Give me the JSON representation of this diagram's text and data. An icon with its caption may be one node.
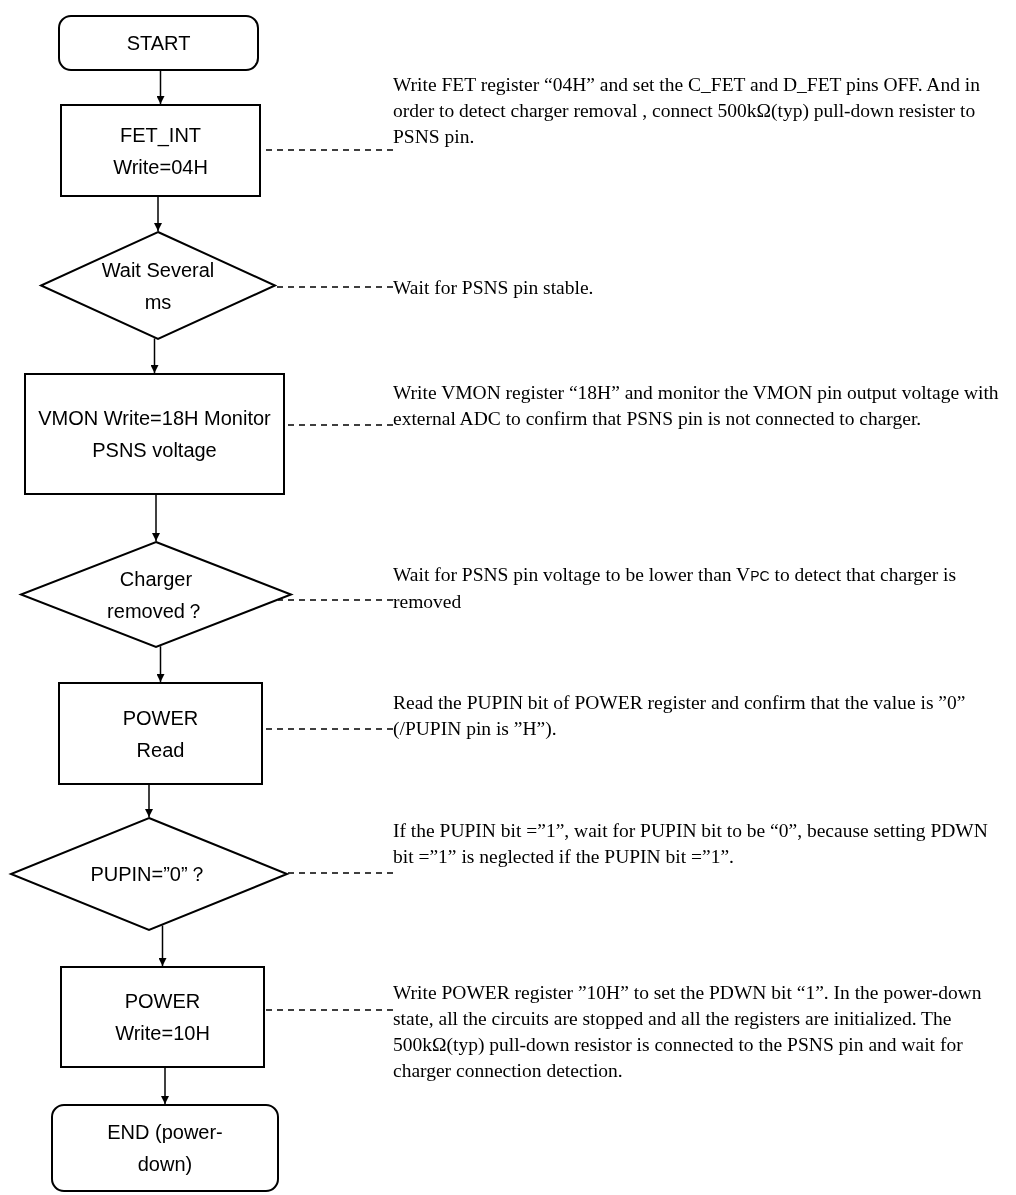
{
  "diagram": {
    "nodes": [
      {
        "text": [
          "START"
        ]
      },
      {
        "text": [
          "FET_INT Write=04H"
        ]
      },
      {
        "text": [
          "Wait Several ms"
        ]
      },
      {
        "text": [
          "VMON Write=18H Monitor PSNS voltage"
        ]
      },
      {
        "text": [
          "Charger removed？"
        ]
      },
      {
        "text": [
          "POWER Read"
        ]
      },
      {
        "text": [
          "PUPIN=”0”？"
        ]
      },
      {
        "text": [
          "POWER Write=10H"
        ]
      },
      {
        "text": [
          "END (power-down)"
        ]
      },
      {
        "text": [
          "Write FET register “04H” and set the C_FET and D_FET pins OFF. And in order to detect charger removal , connect 500kΩ(typ) pull-down resister to PSNS pin."
        ]
      },
      {
        "text": [
          "Wait for PSNS pin stable."
        ]
      },
      {
        "text": [
          "Write VMON register “18H” and monitor the VMON pin output voltage with external ADC to confirm that PSNS pin is not connected to charger."
        ]
      },
      {
        "text": [
          "Wait for PSNS pin voltage to be lower than V$_{PC}$ to detect that charger is removed"
        ]
      },
      {
        "text": [
          "Read the PUPIN bit of POWER register and confirm that the value is ”0” (/PUPIN pin is ”H”)."
        ]
      },
      {
        "text": [
          "If the PUPIN bit =”1”, wait for PUPIN bit to be “0”, because setting PDWN bit =”1” is neglected if the PUPIN bit =”1”."
        ]
      },
      {
        "text": [
          "Write POWER register ”10H” to set the PDWN bit “1”. In the power-down state, all the circuits are stopped and all the registers are initialized. The 500kΩ(typ) pull-down resistor is connected to the PSNS pin and wait for charger connection detection."
        ]
      }
    ],
    "edges": [
      {
        "from": 0,
        "to": 1,
        "arrow": "to"
      },
      {
        "from": 1,
        "to": 2,
        "arrow": "to"
      },
      {
        "from": 2,
        "to": 3,
        "arrow": "to"
      },
      {
        "from": 3,
        "to": 4,
        "arrow": "to"
      },
      {
        "from": 4,
        "to": 5,
        "arrow": "to"
      },
      {
        "from": 5,
        "to": 6,
        "arrow": "to"
      },
      {
        "from": 6,
        "to": 7,
        "arrow": "to"
      },
      {
        "from": 7,
        "to": 8,
        "arrow": "to"
      },
      {
        "from": 9,
        "to": 1,
        "arrow": "none",
        "style": "dashed"
      },
      {
        "from": 10,
        "to": 2,
        "arrow": "none",
        "style": "dashed"
      },
      {
        "from": 11,
        "to": 3,
        "arrow": "none",
        "style": "dashed"
      },
      {
        "from": 12,
        "to": 4,
        "arrow": "none",
        "style": "dashed"
      },
      {
        "from": 13,
        "to": 5,
        "arrow": "none",
        "style": "dashed"
      },
      {
        "from": 14,
        "to": 6,
        "arrow": "none",
        "style": "dashed"
      },
      {
        "from": 15,
        "to": 7,
        "arrow": "none",
        "style": "dashed"
      }
    ]
  }
}
